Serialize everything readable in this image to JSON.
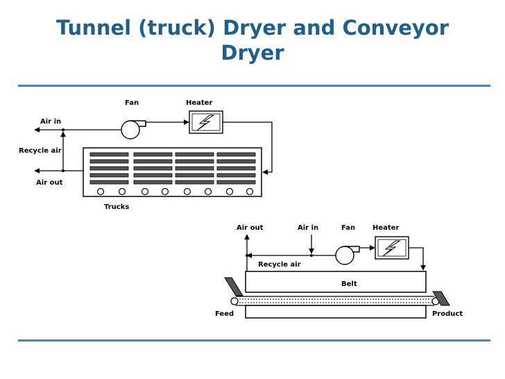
{
  "slide": {
    "title_line1": "Tunnel (truck) Dryer and Conveyor",
    "title_line2": "Dryer",
    "accent_color": "#1f5f8b",
    "rule_color": "#4f81bd"
  },
  "tunnel_dryer": {
    "labels": {
      "fan": "Fan",
      "heater": "Heater",
      "air_in": "Air in",
      "recycle_air": "Recycle air",
      "air_out": "Air out",
      "trucks": "Trucks"
    },
    "icons": [
      "fan-icon",
      "heater-lightning-icon",
      "truck-wheel-icon"
    ]
  },
  "conveyor_dryer": {
    "labels": {
      "air_out": "Air out",
      "air_in": "Air in",
      "fan": "Fan",
      "heater": "Heater",
      "recycle_air": "Recycle air",
      "belt": "Belt",
      "feed": "Feed",
      "product": "Product"
    },
    "icons": [
      "fan-icon",
      "heater-lightning-icon",
      "belt-roller-icon"
    ]
  }
}
